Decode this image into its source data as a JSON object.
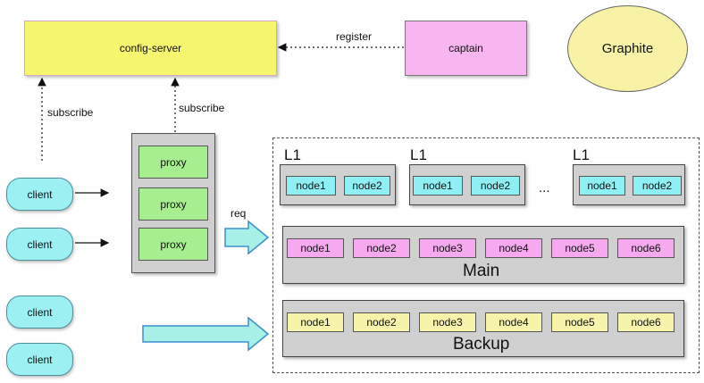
{
  "config_server": {
    "label": "config-server"
  },
  "captain": {
    "label": "captain"
  },
  "graphite": {
    "label": "Graphite"
  },
  "edges": {
    "register": "register",
    "subscribe_left": "subscribe",
    "subscribe_right": "subscribe",
    "req": "req"
  },
  "clients": [
    "client",
    "client",
    "client",
    "client"
  ],
  "proxies": [
    "proxy",
    "proxy",
    "proxy"
  ],
  "l1_groups": [
    {
      "label": "L1",
      "nodes": [
        "node1",
        "node2"
      ]
    },
    {
      "label": "L1",
      "nodes": [
        "node1",
        "node2"
      ]
    },
    {
      "label": "L1",
      "nodes": [
        "node1",
        "node2"
      ]
    }
  ],
  "ellipsis": "...",
  "main": {
    "label": "Main",
    "nodes": [
      "node1",
      "node2",
      "node3",
      "node4",
      "node5",
      "node6"
    ]
  },
  "backup": {
    "label": "Backup",
    "nodes": [
      "node1",
      "node2",
      "node3",
      "node4",
      "node5",
      "node6"
    ]
  },
  "colors": {
    "config": "#f7f56e",
    "captain": "#f7b6f0",
    "graphite": "#f7f2a6",
    "client": "#9cf0f2",
    "proxy": "#a6ee8f",
    "l1_node": "#8ff0f4",
    "main_node": "#f6a9ef",
    "backup_node": "#f6f4aa",
    "arrow_fill": "#a8f0e6"
  }
}
